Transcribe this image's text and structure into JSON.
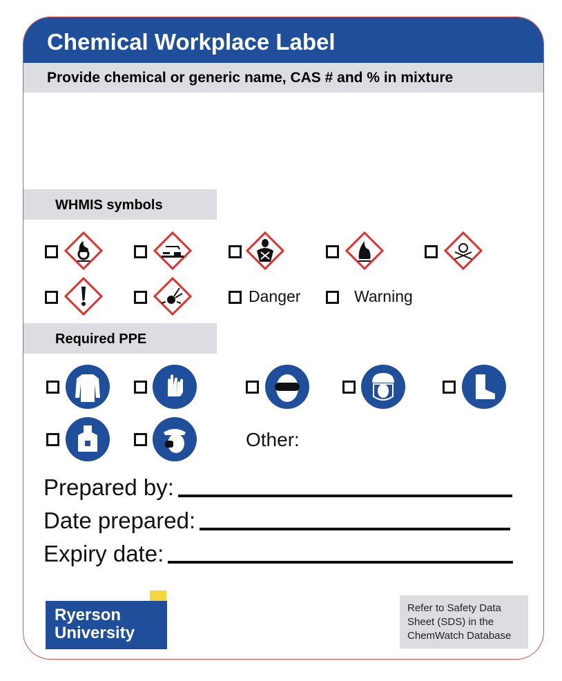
{
  "header": {
    "title": "Chemical Workplace Label",
    "subtitle": "Provide chemical or generic name, CAS # and % in mixture"
  },
  "whmis": {
    "title": "WHMIS symbols",
    "symbols": [
      "oxidizer-icon",
      "corrosion-icon",
      "health-hazard-icon",
      "flammable-icon",
      "skull-crossbones-icon",
      "exclamation-icon",
      "exploding-bomb-icon"
    ],
    "danger_label": "Danger",
    "warning_label": "Warning"
  },
  "ppe": {
    "title": "Required PPE",
    "items": [
      "lab-coat-icon",
      "gloves-icon",
      "goggles-icon",
      "face-shield-icon",
      "safety-boots-icon",
      "apron-icon",
      "respirator-icon"
    ],
    "other_label": "Other:"
  },
  "form": {
    "prepared_by": "Prepared by:",
    "date_prepared": "Date prepared:",
    "expiry_date": "Expiry date:"
  },
  "footer": {
    "logo_line1": "Ryerson",
    "logo_line2": "University",
    "sds_line1": "Refer to Safety Data",
    "sds_line2": "Sheet (SDS) in the",
    "sds_line3": "ChemWatch Database"
  },
  "colors": {
    "brand_blue": "#1f4e9b",
    "ghs_red": "#e0302a",
    "logo_yellow": "#f5d63d"
  }
}
